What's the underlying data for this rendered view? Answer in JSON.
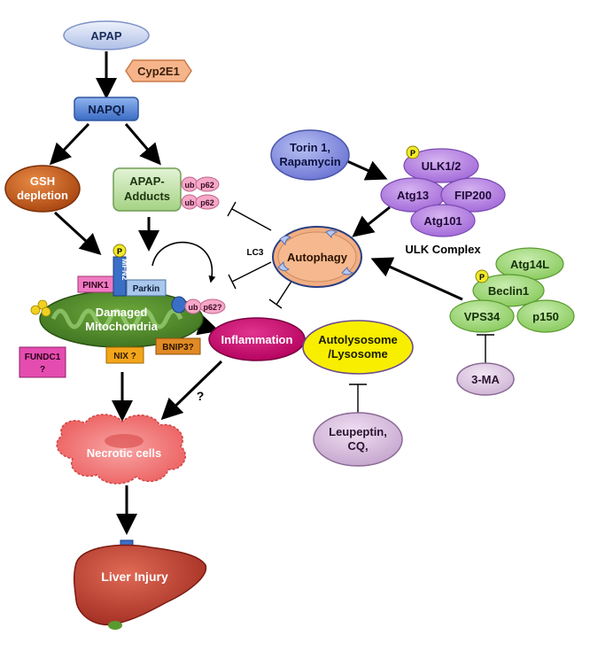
{
  "nodes": {
    "apap": "APAP",
    "cyp2e1": "Cyp2E1",
    "napqi": "NAPQI",
    "gsh_line1": "GSH",
    "gsh_line2": "depletion",
    "adducts_line1": "APAP-",
    "adducts_line2": "Adducts",
    "ub": "ub",
    "p62": "p62",
    "p62q": "p62?",
    "phospho": "P",
    "mfn2": "MFN2",
    "pink1": "PINK1",
    "parkin": "Parkin",
    "mito_line1": "Damaged",
    "mito_line2": "Mitochondria",
    "fundc1_line1": "FUNDC1",
    "fundc1_line2": "?",
    "nix": "NIX ?",
    "bnip3": "BNIP3?",
    "inflammation": "Inflammation",
    "question": "?",
    "necrotic": "Necrotic cells",
    "liver": "Liver Injury",
    "torin_line1": "Torin 1,",
    "torin_line2": "Rapamycin",
    "ulk12": "ULK1/2",
    "atg13": "Atg13",
    "fip200": "FIP200",
    "atg101": "Atg101",
    "ulk_complex": "ULK Complex",
    "lc3": "LC3",
    "autophagy": "Autophagy",
    "lyso_line1": "Autolysosome",
    "lyso_line2": "/Lysosome",
    "leup_line1": "Leupeptin,",
    "leup_line2": "CQ,",
    "atg14l": "Atg14L",
    "beclin1": "Beclin1",
    "vps34": "VPS34",
    "p150": "p150",
    "ma3": "3-MA"
  },
  "colors": {
    "apap": "#c9d6f2",
    "cyp2e1": "#f6b48a",
    "napqi": "#4d7fd6",
    "gsh": "#c8581a",
    "adducts": "#b9dca0",
    "ub_p62": "#f6a8c8",
    "mito": "#4d8a2a",
    "pink1": "#f07ac4",
    "mfn2": "#3a6fc6",
    "parkin": "#a9c6ec",
    "fundc1": "#e44cb0",
    "nix": "#f3a51a",
    "bnip3": "#e08a25",
    "inflammation": "#c8006a",
    "necrotic": "#ef6a6a",
    "liver": "#c0392b",
    "torin": "#7a86dc",
    "ulk": "#b77fe0",
    "autophagy": "#f2ae82",
    "lysosome": "#f7ee00",
    "leupeptin": "#cfb0d6",
    "beclin": "#97d36e",
    "phospho": "#f2ea2a",
    "arrow": "#000000"
  }
}
